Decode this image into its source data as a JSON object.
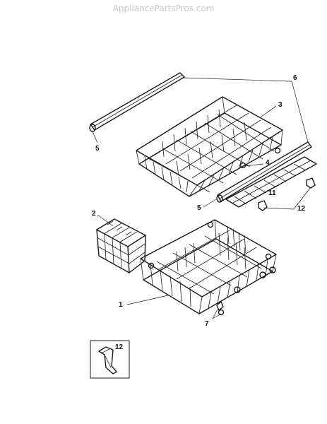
{
  "watermark": "AppliancePartsPros.com",
  "callouts": {
    "c1": "1",
    "c2": "2",
    "c3": "3",
    "c4": "4",
    "c5a": "5",
    "c5b": "5",
    "c6": "6",
    "c7": "7",
    "c11": "11",
    "c12a": "12",
    "c12b": "12"
  }
}
